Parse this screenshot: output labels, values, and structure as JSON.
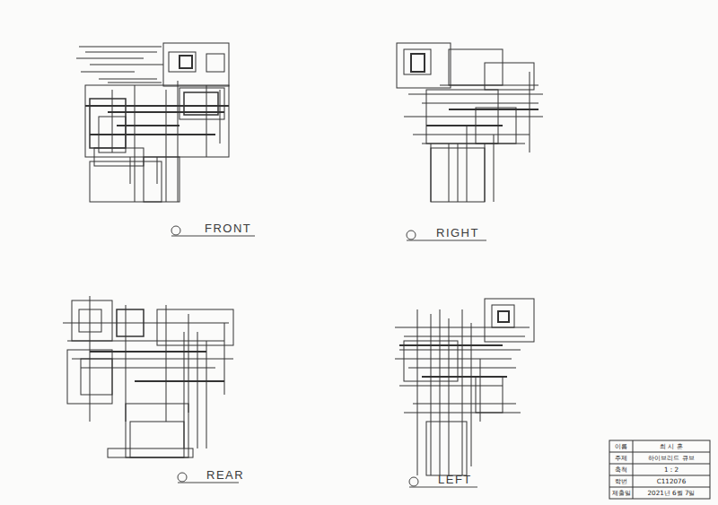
{
  "diagram": {
    "labels": [
      "FRONT",
      "RIGHT",
      "REAR",
      "LEFT",
      "이름",
      "최 시 훈",
      "주제",
      "하이브리드 큐브",
      "축척",
      "1 : 2",
      "학번",
      "C112076",
      "제출일",
      "2021년 6월 7일"
    ]
  }
}
